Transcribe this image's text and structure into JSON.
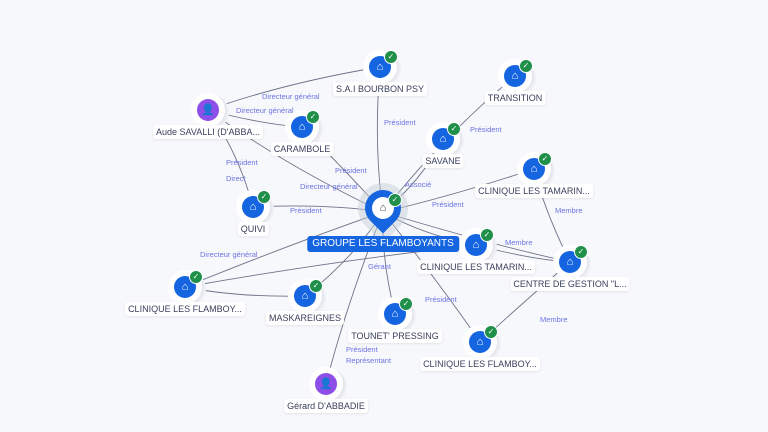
{
  "center": {
    "label": "GROUPE LES FLAMBOYANTS",
    "icon": "building-icon",
    "verified": true
  },
  "nodes": [
    {
      "id": "bourbon",
      "label": "S.A.I BOURBON PSY",
      "type": "company"
    },
    {
      "id": "aude",
      "label": "Aude SAVALLI (D'ABBA...",
      "type": "person"
    },
    {
      "id": "carambole",
      "label": "CARAMBOLE",
      "type": "company"
    },
    {
      "id": "transition",
      "label": "TRANSITION",
      "type": "company"
    },
    {
      "id": "savane",
      "label": "SAVANE",
      "type": "company"
    },
    {
      "id": "tamarin1",
      "label": "CLINIQUE LES TAMARIN...",
      "type": "company"
    },
    {
      "id": "quivi",
      "label": "QUIVI",
      "type": "company"
    },
    {
      "id": "tamarin2",
      "label": "CLINIQUE LES TAMARIN...",
      "type": "company"
    },
    {
      "id": "centre",
      "label": "CENTRE DE GESTION \"L...",
      "type": "company"
    },
    {
      "id": "flamboy1",
      "label": "CLINIQUE LES FLAMBOY...",
      "type": "company"
    },
    {
      "id": "maskareignes",
      "label": "MASKAREIGNES",
      "type": "company"
    },
    {
      "id": "tounet",
      "label": "TOUNET' PRESSING",
      "type": "company"
    },
    {
      "id": "flamboy2",
      "label": "CLINIQUE LES FLAMBOY...",
      "type": "company"
    },
    {
      "id": "gerard",
      "label": "Gérard D'ABBADIE",
      "type": "person"
    }
  ],
  "edge_labels": [
    "Directeur général",
    "Directeur général",
    "Directeur général",
    "Président",
    "Président",
    "Président",
    "Associé",
    "Président",
    "Président",
    "Président",
    "Directeur général",
    "Membre",
    "Membre",
    "Membre",
    "Président",
    "Représentant",
    "Gérant",
    "Président",
    "Direct"
  ],
  "colors": {
    "accent": "#1565e0",
    "person": "#8d4fe8",
    "verified": "#1f8f4a",
    "edge_label": "#6b74e0"
  }
}
